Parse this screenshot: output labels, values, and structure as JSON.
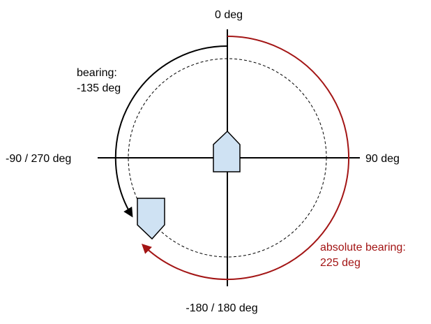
{
  "axes": {
    "top": "0 deg",
    "right": "90 deg",
    "left": "-90 / 270 deg",
    "bottom": "-180 / 180 deg"
  },
  "bearing": {
    "line1": "bearing:",
    "line2": "-135 deg"
  },
  "absolute_bearing": {
    "line1": "absolute bearing:",
    "line2": "225 deg"
  },
  "colors": {
    "axis": "#000000",
    "bearing_arc": "#000000",
    "absolute_arc": "#a31515",
    "absolute_text": "#a31515",
    "ship_fill": "#cfe2f3",
    "ship_stroke": "#000000"
  }
}
